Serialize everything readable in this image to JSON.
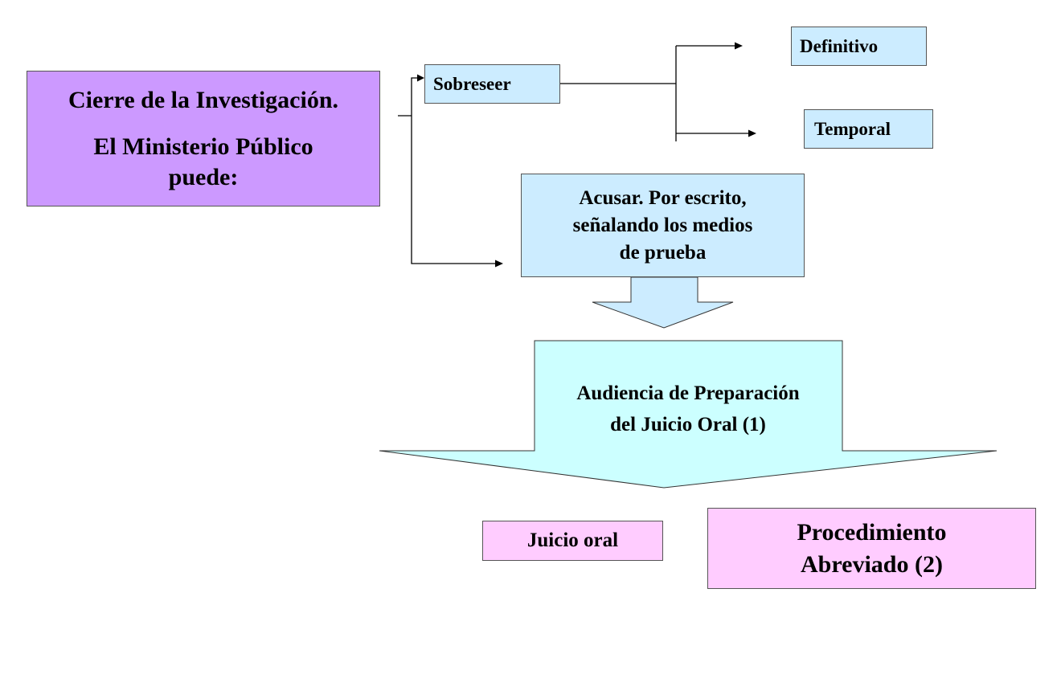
{
  "colors": {
    "purple_box": "#CC99FF",
    "light_blue_box": "#CCECFF",
    "cyan_arrow": "#CCFFFF",
    "pink_box": "#FFCCFF",
    "line": "#000000"
  },
  "nodes": {
    "cierre": {
      "line1": "Cierre de la Investigación.",
      "line2": "El Ministerio Público",
      "line3": "puede:"
    },
    "sobreseer": {
      "label": "Sobreseer"
    },
    "definitivo": {
      "label": "Definitivo"
    },
    "temporal": {
      "label": "Temporal"
    },
    "acusar": {
      "line1": "Acusar. Por escrito,",
      "line2": "señalando los medios",
      "line3": "de prueba"
    },
    "audiencia": {
      "line1": "Audiencia de Preparación",
      "line2": "del Juicio Oral (1)"
    },
    "juicio_oral": {
      "label": "Juicio oral"
    },
    "abreviado": {
      "line1": "Procedimiento",
      "line2": "Abreviado (2)"
    }
  }
}
